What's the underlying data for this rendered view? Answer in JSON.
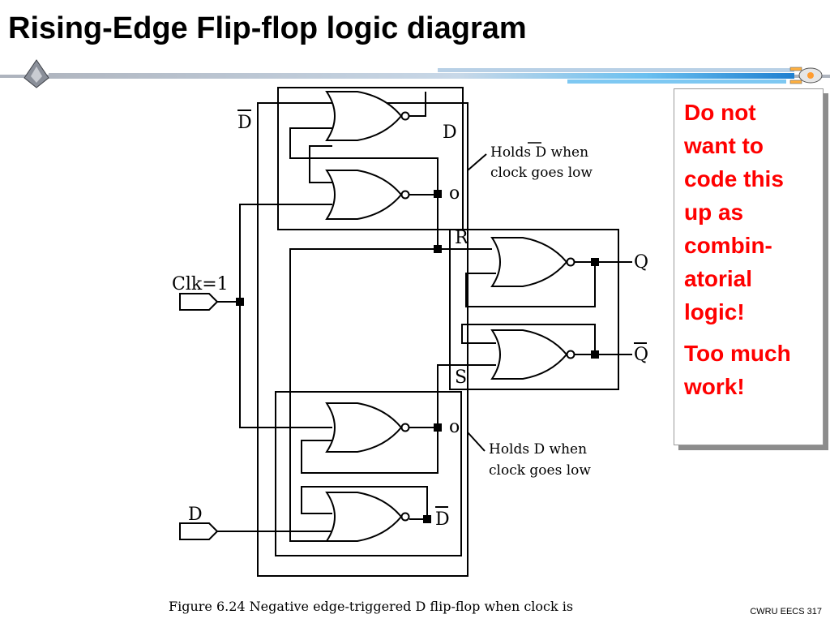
{
  "slide": {
    "title": "Rising-Edge Flip-flop logic diagram",
    "footer": "CWRU EECS 317",
    "header_icons": {
      "left": "starship-icon",
      "right": "enterprise-icon"
    }
  },
  "callout": {
    "paragraphs": [
      "Do not\nwant to\ncode this\nup as\ncombin-\natorial\nlogic!",
      "Too much\nwork!"
    ],
    "text_color": "#ff0000"
  },
  "diagram": {
    "labels": {
      "d_bar_top": "D",
      "d_top_right": "D",
      "clk": "Clk=1",
      "d_input": "D",
      "o_top": "o",
      "o_bottom": "o",
      "d_bar_bottom": "D",
      "r": "R",
      "s": "S",
      "q": "Q",
      "q_bar": "Q"
    },
    "annotations": {
      "top_line1": "Holds D when",
      "top_line2": "clock goes low",
      "bottom_line1": "Holds D when",
      "bottom_line2": "clock goes low"
    },
    "caption": "Figure 6.24    Negative edge-triggered D flip-flop when clock is"
  }
}
